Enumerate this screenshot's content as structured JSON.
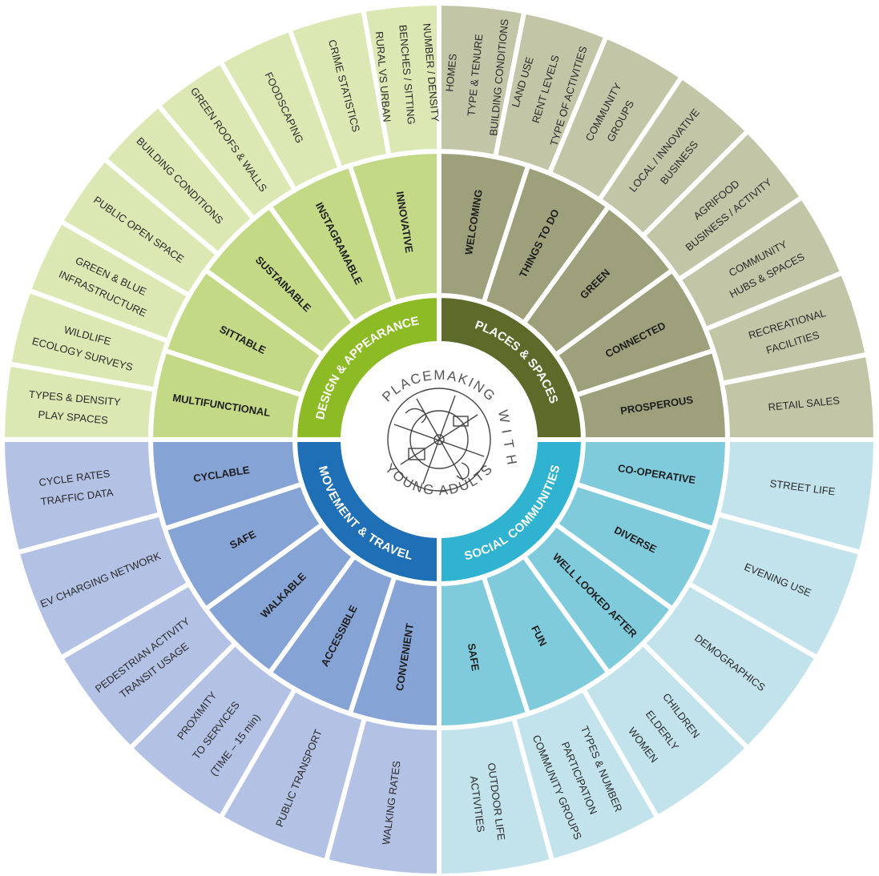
{
  "center": {
    "arc_top": "PLACEMAKING",
    "arc_right": "W I T H",
    "arc_bottom": "YOUNG ADULTS",
    "logo_icon": "placemaking-doodle-logo"
  },
  "quadrants": [
    {
      "key": "design",
      "title": "DESIGN & APPEARANCE",
      "colors": {
        "inner": "#8dbb25",
        "middle": "#c3d986",
        "outer": "#dce8b3"
      },
      "middle": [
        "MULTIFUNCTIONAL",
        "SITTABLE",
        "SUSTAINABLE",
        "INSTAGRAMABLE",
        "INNOVATIVE"
      ],
      "outer": [
        [
          "TYPES & DENSITY",
          "PLAY SPACES"
        ],
        [
          "WILDLIFE",
          "ECOLOGY SURVEYS"
        ],
        [
          "GREEN & BLUE",
          "INFRASTRUCTURE"
        ],
        [
          "PUBLIC OPEN SPACE"
        ],
        [
          "BUILDING CONDITIONS"
        ],
        [
          "GREEN ROOFS & WALLS"
        ],
        [
          "FOODSCAPING"
        ],
        [
          "CRIME STATISTICS"
        ],
        [
          "NUMBER / DENSITY",
          "BENCHES / SITTING",
          "RURAL VS URBAN"
        ]
      ]
    },
    {
      "key": "places",
      "title": "PLACES & SPACES",
      "colors": {
        "inner": "#5d6a2a",
        "middle": "#9da07a",
        "outer": "#c3c5a7"
      },
      "middle": [
        "WELCOMING",
        "THINGS TO DO",
        "GREEN",
        "CONNECTED",
        "PROSPEROUS"
      ],
      "outer": [
        [
          "HOMES",
          "TYPE & TENURE",
          "BUILDING CONDITIONS"
        ],
        [
          "LAND USE",
          "RENT LEVELS",
          "TYPE OF ACTIVITIES"
        ],
        [
          "COMMUNITY",
          "GROUPS"
        ],
        [
          "LOCAL / INNOVATIVE",
          "BUSINESS"
        ],
        [
          "AGRIFOOD",
          "BUSINESS / ACTIVITY"
        ],
        [
          "COMMUNITY",
          "HUBS & SPACES"
        ],
        [
          "RECREATIONAL",
          "FACILITIES"
        ],
        [
          "RETAIL SALES"
        ]
      ]
    },
    {
      "key": "social",
      "title": "SOCIAL COMMUNITIES",
      "colors": {
        "inner": "#2fb3d0",
        "middle": "#7fcbdc",
        "outer": "#c2e3ec"
      },
      "middle": [
        "CO-OPERATIVE",
        "DIVERSE",
        "WELL LOOKED AFTER",
        "FUN",
        "SAFE"
      ],
      "outer": [
        [
          "STREET LIFE"
        ],
        [
          "EVENING USE"
        ],
        [
          "DEMOGRAPHICS"
        ],
        [
          "CHILDREN",
          "ELDERLY",
          "WOMEN"
        ],
        [
          "TYPES & NUMBER",
          "PARTICIPATION",
          "COMMUNITY GROUPS"
        ],
        [
          "OUTDOOR LIFE",
          "ACTIVITIES"
        ]
      ]
    },
    {
      "key": "movement",
      "title": "MOVEMENT & TRAVEL",
      "colors": {
        "inner": "#1f6fb6",
        "middle": "#86a3d6",
        "outer": "#b3c1e5"
      },
      "middle": [
        "CONVENIENT",
        "ACCESSIBLE",
        "WALKABLE",
        "SAFE",
        "CYCLABLE"
      ],
      "outer": [
        [
          "WALKING RATES"
        ],
        [
          "PUBLIC TRANSPORT"
        ],
        [
          "PROXIMITY",
          "TO SERVICES",
          "(TIME – 15 min)"
        ],
        [
          "PEDESTRIAN ACTIVITY",
          "TRANSIT USAGE"
        ],
        [
          "EV CHARGING NETWORK"
        ],
        [
          "CYCLE RATES",
          "TRAFFIC DATA"
        ]
      ]
    }
  ]
}
